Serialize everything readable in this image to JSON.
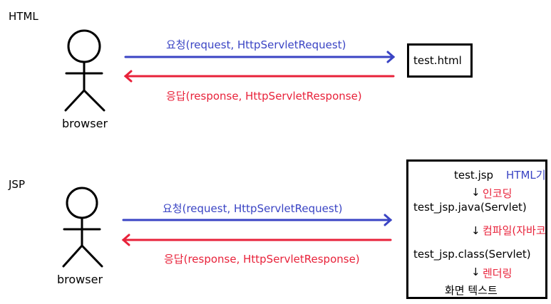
{
  "html_section": {
    "label": "HTML",
    "actor_label": "browser",
    "request_label": "요청(request, HttpServletRequest)",
    "response_label": "응답(response, HttpServletResponse)",
    "target_file": "test.html"
  },
  "jsp_section": {
    "label": "JSP",
    "actor_label": "browser",
    "request_label": "요청(request, HttpServletRequest)",
    "response_label": "응답(response, HttpServletResponse)",
    "steps": {
      "source": "test.jsp",
      "source_note": "HTML기",
      "arrow1": "↓",
      "step1_label": "인코딩",
      "java_file": "test_jsp.java(Servlet)",
      "arrow2": "↓",
      "step2_label": "컴파일(자바코",
      "class_file": "test_jsp.class(Servlet)",
      "arrow3": "↓",
      "step3_label": "렌더링",
      "output": "화면 텍스트"
    }
  },
  "colors": {
    "request": "#3a44c4",
    "response": "#e8223a",
    "stroke": "#000000"
  }
}
